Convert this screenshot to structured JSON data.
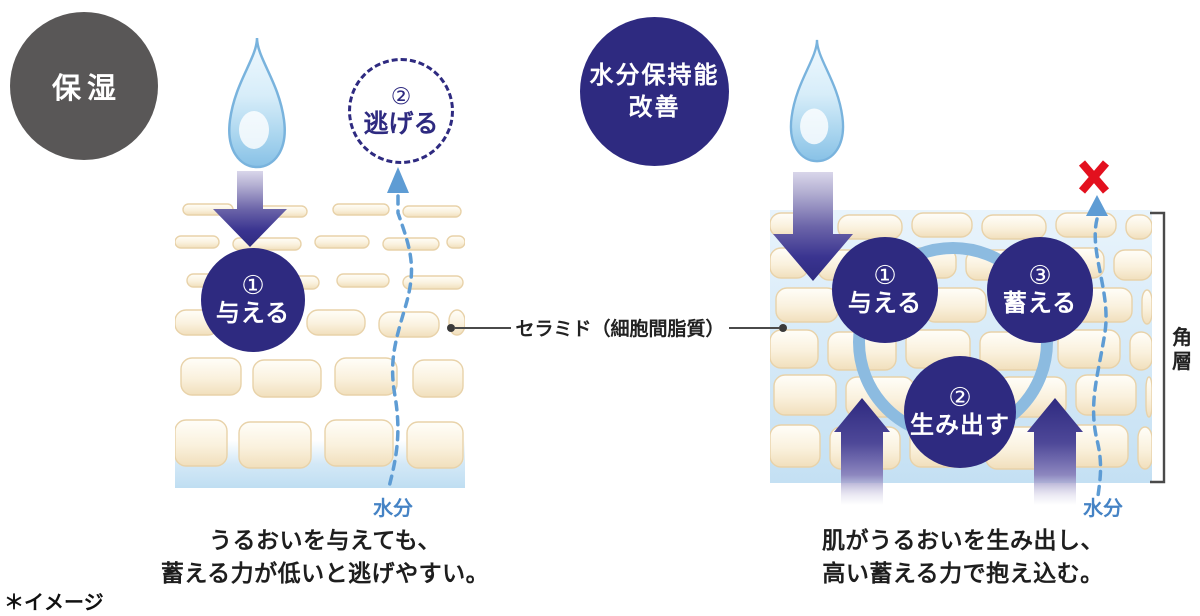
{
  "colors": {
    "navy": "#2e2a80",
    "badge_gray": "#595757",
    "red": "#e3101e",
    "line_blue": "#5e9cd4",
    "moisture_blue": "#4583c5",
    "ring_blue": "#8cbbe0",
    "text_dark": "#1e1e1e"
  },
  "left": {
    "badge_label": "保湿",
    "step_give": {
      "num": "①",
      "label": "与える"
    },
    "step_escape": {
      "num": "②",
      "label": "逃げる"
    },
    "moisture_label": "水分",
    "caption": {
      "line1": "うるおいを与えても、",
      "line2": "蓄える力が低いと逃げやすい。"
    }
  },
  "center": {
    "ceramide_label": "セラミド（細胞間脂質）"
  },
  "right": {
    "badge_label": {
      "line1": "水分保持能",
      "line2": "改善"
    },
    "step_give": {
      "num": "①",
      "label": "与える"
    },
    "step_produce": {
      "num": "②",
      "label": "生み出す"
    },
    "step_store": {
      "num": "③",
      "label": "蓄える"
    },
    "moisture_label": "水分",
    "stratum_label": {
      "line1": "角",
      "line2": "層"
    },
    "caption": {
      "line1": "肌がうるおいを生み出し、",
      "line2": "高い蓄える力で抱え込む。"
    }
  },
  "footnote": "＊イメージ"
}
